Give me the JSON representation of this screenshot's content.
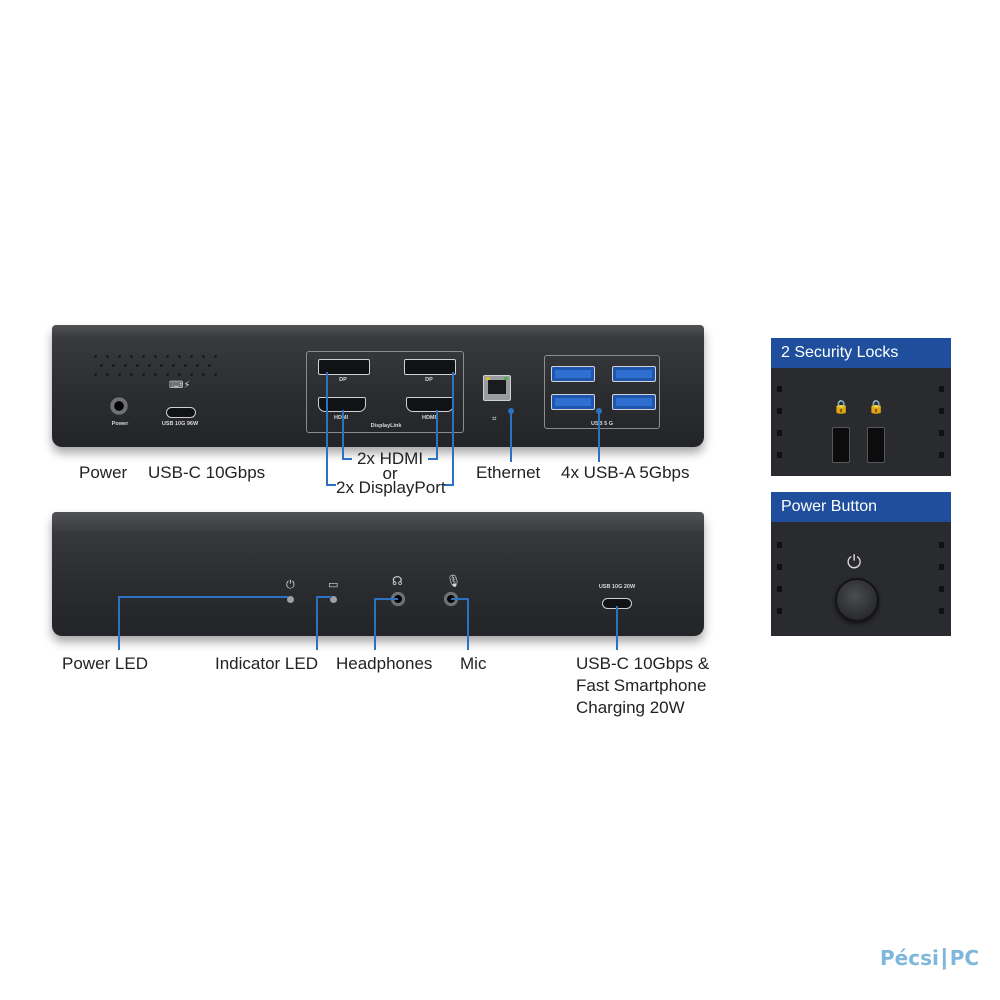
{
  "rear_view": {
    "labels": {
      "power": "Power",
      "usb_c": "USB 10G 96W",
      "dp_left": "DP",
      "dp_right": "DP",
      "hdmi_left": "HDMI",
      "hdmi_right": "HDMI",
      "displaylink": "DisplayLink",
      "usb_group": "USB 5 G"
    },
    "callouts": {
      "power": "Power",
      "usb_c": "USB-C 10Gbps",
      "video_line1": "2x HDMI",
      "video_line2": "or",
      "video_line3": "2x DisplayPort",
      "ethernet": "Ethernet",
      "usb_a": "4x USB-A 5Gbps"
    }
  },
  "front_view": {
    "labels": {
      "usb_c": "USB 10G 20W"
    },
    "callouts": {
      "power_led": "Power LED",
      "indicator_led": "Indicator LED",
      "headphones": "Headphones",
      "mic": "Mic",
      "usb_c_line1": "USB-C 10Gbps &",
      "usb_c_line2": "Fast Smartphone",
      "usb_c_line3": "Charging 20W"
    }
  },
  "side_panels": {
    "security": {
      "title": "2 Security Locks"
    },
    "power_button": {
      "title": "Power Button"
    }
  },
  "watermark": {
    "brand_left": "Pécsi",
    "brand_right": "PC"
  },
  "colors": {
    "accent_blue": "#2d72c2",
    "panel_header": "#1f4f9c",
    "usb_blue": "#2f6fd1",
    "device_body": "#2b2d30"
  }
}
